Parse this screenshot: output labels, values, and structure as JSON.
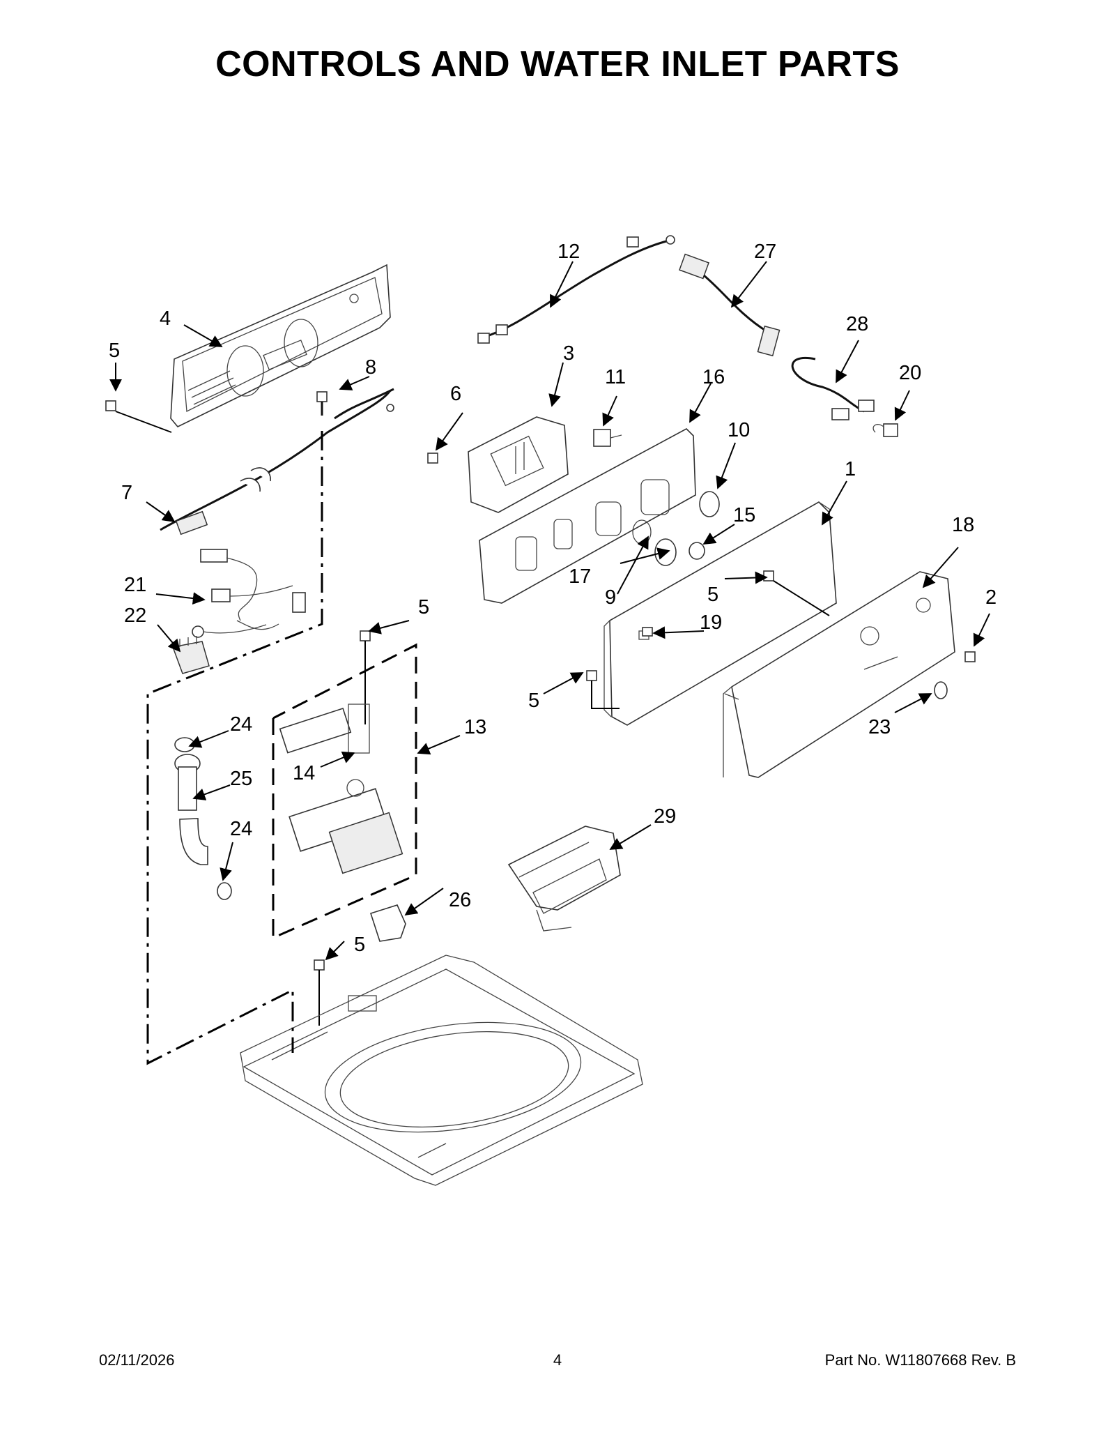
{
  "title": "CONTROLS AND WATER INLET PARTS",
  "callouts": [
    "1",
    "2",
    "3",
    "4",
    "5",
    "6",
    "7",
    "8",
    "9",
    "10",
    "11",
    "12",
    "13",
    "14",
    "15",
    "16",
    "17",
    "18",
    "19",
    "20",
    "21",
    "22",
    "23",
    "24",
    "25",
    "26",
    "27",
    "28",
    "29"
  ],
  "footer": {
    "date": "02/11/2026",
    "page": "4",
    "part_number": "Part No.  W11807668  Rev.  B"
  }
}
